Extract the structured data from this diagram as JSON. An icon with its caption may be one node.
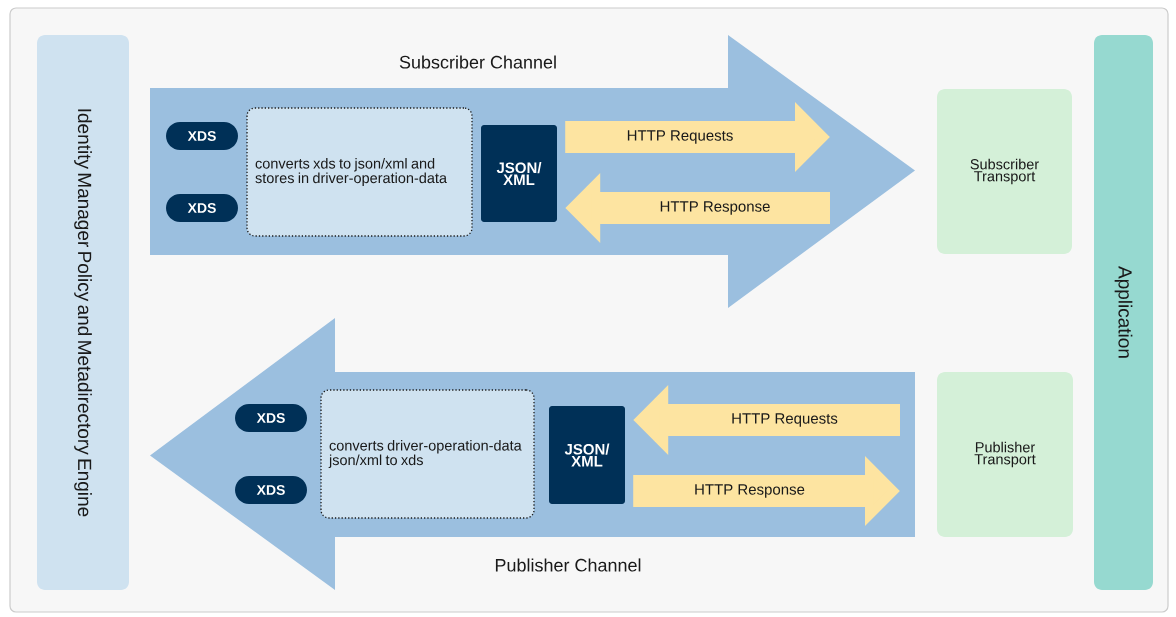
{
  "diagram": {
    "nodes": [
      {
        "text": [
          "Identity Manager Policy and Metadirectory Engine"
        ]
      },
      {
        "text": [
          "Subscriber Channel"
        ]
      },
      {
        "text": [
          "XDS"
        ],
        "in": 1
      },
      {
        "text": [
          "XDS"
        ],
        "in": 1
      },
      {
        "text": [
          "converts xds to json/xml and stores in driver-operation-data"
        ],
        "in": 1
      },
      {
        "text": [
          "JSON/ XML"
        ],
        "in": 1
      },
      {
        "text": [
          "Subscriber Transport"
        ]
      },
      {
        "text": [
          "Publisher Channel"
        ]
      },
      {
        "text": [
          "XDS"
        ],
        "in": 7
      },
      {
        "text": [
          "XDS"
        ],
        "in": 7
      },
      {
        "text": [
          "converts driver-operation-data json/xml to xds"
        ],
        "in": 7
      },
      {
        "text": [
          "JSON/ XML"
        ],
        "in": 7
      },
      {
        "text": [
          "Publisher Transport"
        ]
      },
      {
        "text": [
          "Application"
        ]
      }
    ],
    "edges": [
      {
        "from": 5,
        "to": null,
        "arrow": "to",
        "label": "HTTP Requests"
      },
      {
        "from": null,
        "to": 5,
        "arrow": "to",
        "label": "HTTP Response"
      },
      {
        "from": null,
        "to": 11,
        "arrow": "to",
        "label": "HTTP Requests"
      },
      {
        "from": 11,
        "to": null,
        "arrow": "to",
        "label": "HTTP Response"
      }
    ]
  }
}
